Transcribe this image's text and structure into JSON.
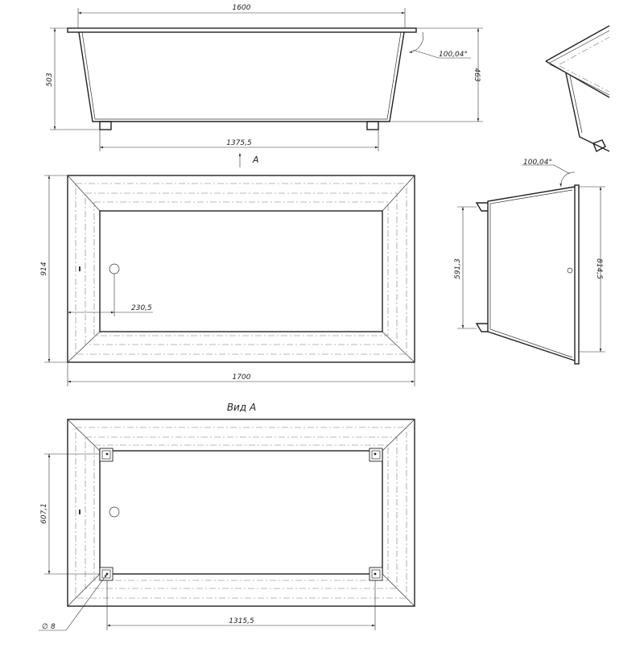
{
  "dimensions": {
    "top_width": "1600",
    "height_total": "503",
    "height_inner": "463",
    "angle_front": "100,04°",
    "base_length": "1375,5",
    "plan_width": "914",
    "drain_offset": "230,5",
    "plan_length": "1700",
    "angle_side": "100,04°",
    "side_inner": "591,3",
    "side_outer": "814,5",
    "leg_span_y": "607,1",
    "leg_span_x": "1315,5",
    "hole_diameter": "8"
  },
  "labels": {
    "view_arrow": "A",
    "view_title": "Вид А",
    "diameter_symbol": "∅"
  }
}
